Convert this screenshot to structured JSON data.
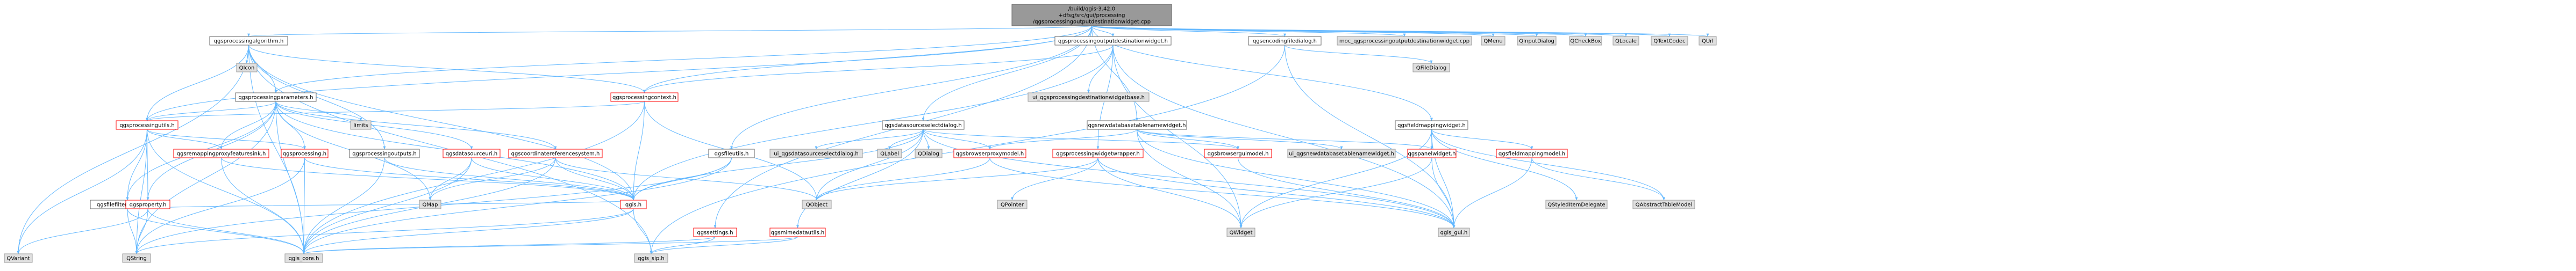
{
  "nodes": [
    {
      "id": "root",
      "lines": [
        "/build/qgis-3.42.0",
        "+dfsg/src/gui/processing",
        "/qgsprocessingoutputdestinationwidget.cpp"
      ],
      "kind": "root"
    },
    {
      "id": "alg",
      "lines": [
        "qgsprocessingalgorithm.h"
      ],
      "kind": "doc"
    },
    {
      "id": "icon",
      "lines": [
        "QIcon"
      ],
      "kind": "ext"
    },
    {
      "id": "params",
      "lines": [
        "qgsprocessingparameters.h"
      ],
      "kind": "doc"
    },
    {
      "id": "ctx",
      "lines": [
        "qgsprocessingcontext.h"
      ],
      "kind": "warn"
    },
    {
      "id": "outdestw",
      "lines": [
        "qgsprocessingoutputdestinationwidget.h"
      ],
      "kind": "doc"
    },
    {
      "id": "uidest",
      "lines": [
        "ui_qgsprocessingdestinationwidgetbase.h"
      ],
      "kind": "ext"
    },
    {
      "id": "dssel",
      "lines": [
        "qgsdatasourceselectdialog.h"
      ],
      "kind": "doc"
    },
    {
      "id": "encdlg",
      "lines": [
        "qgsencodingfiledialog.h"
      ],
      "kind": "doc"
    },
    {
      "id": "qfiledlg",
      "lines": [
        "QFileDialog"
      ],
      "kind": "ext"
    },
    {
      "id": "newdbtab",
      "lines": [
        "qgsnewdatabasetablenamewidget.h"
      ],
      "kind": "doc"
    },
    {
      "id": "fieldmapw",
      "lines": [
        "qgsfieldmappingwidget.h"
      ],
      "kind": "doc"
    },
    {
      "id": "utils",
      "lines": [
        "qgsprocessingutils.h"
      ],
      "kind": "warn"
    },
    {
      "id": "limits",
      "lines": [
        "limits"
      ],
      "kind": "ext"
    },
    {
      "id": "procout",
      "lines": [
        "qgsprocessingoutputs.h"
      ],
      "kind": "doc"
    },
    {
      "id": "remapsink",
      "lines": [
        "qgsremappingproxyfeaturesink.h"
      ],
      "kind": "warn"
    },
    {
      "id": "proc",
      "lines": [
        "qgsprocessing.h"
      ],
      "kind": "warn"
    },
    {
      "id": "dsuri",
      "lines": [
        "qgsdatasourceuri.h"
      ],
      "kind": "warn"
    },
    {
      "id": "crs",
      "lines": [
        "qgscoordinatereferencesystem.h"
      ],
      "kind": "warn"
    },
    {
      "id": "filefilter",
      "lines": [
        "qgsfilefiltergenerator.h"
      ],
      "kind": "doc"
    },
    {
      "id": "property",
      "lines": [
        "qgsproperty.h"
      ],
      "kind": "warn"
    },
    {
      "id": "qvariant",
      "lines": [
        "QVariant"
      ],
      "kind": "ext"
    },
    {
      "id": "qstring",
      "lines": [
        "QString"
      ],
      "kind": "ext"
    },
    {
      "id": "qmap",
      "lines": [
        "QMap"
      ],
      "kind": "ext"
    },
    {
      "id": "qgsh",
      "lines": [
        "qgis.h"
      ],
      "kind": "warn"
    },
    {
      "id": "core",
      "lines": [
        "qgis_core.h"
      ],
      "kind": "ext"
    },
    {
      "id": "sip",
      "lines": [
        "qgis_sip.h"
      ],
      "kind": "ext"
    },
    {
      "id": "qobject",
      "lines": [
        "QObject"
      ],
      "kind": "ext"
    },
    {
      "id": "settings",
      "lines": [
        "qgssettings.h"
      ],
      "kind": "warn"
    },
    {
      "id": "fileutils",
      "lines": [
        "qgsfileutils.h"
      ],
      "kind": "doc"
    },
    {
      "id": "mimeutils",
      "lines": [
        "qgsmimedatautils.h"
      ],
      "kind": "warn"
    },
    {
      "id": "uidssel",
      "lines": [
        "ui_qgsdatasourceselectdialog.h"
      ],
      "kind": "ext"
    },
    {
      "id": "qlabel",
      "lines": [
        "QLabel"
      ],
      "kind": "ext"
    },
    {
      "id": "qdialog",
      "lines": [
        "QDialog"
      ],
      "kind": "ext"
    },
    {
      "id": "browserproxy",
      "lines": [
        "qgsbrowserproxymodel.h"
      ],
      "kind": "warn"
    },
    {
      "id": "widgetwrap",
      "lines": [
        "qgsprocessingwidgetwrapper.h"
      ],
      "kind": "warn"
    },
    {
      "id": "browsergui",
      "lines": [
        "qgsbrowserguimodel.h"
      ],
      "kind": "warn"
    },
    {
      "id": "uinewdb",
      "lines": [
        "ui_qgsnewdatabasetablenamewidget.h"
      ],
      "kind": "ext"
    },
    {
      "id": "panel",
      "lines": [
        "qgspanelwidget.h"
      ],
      "kind": "warn"
    },
    {
      "id": "qpointer",
      "lines": [
        "QPointer"
      ],
      "kind": "ext"
    },
    {
      "id": "qwidget",
      "lines": [
        "QWidget"
      ],
      "kind": "ext"
    },
    {
      "id": "gui",
      "lines": [
        "qgis_gui.h"
      ],
      "kind": "ext"
    },
    {
      "id": "fieldmapmodel",
      "lines": [
        "qgsfieldmappingmodel.h"
      ],
      "kind": "warn"
    },
    {
      "id": "styleddel",
      "lines": [
        "QStyledItemDelegate"
      ],
      "kind": "ext"
    },
    {
      "id": "abstablemodel",
      "lines": [
        "QAbstractTableModel"
      ],
      "kind": "ext"
    },
    {
      "id": "moc",
      "lines": [
        "moc_qgsprocessingoutputdestinationwidget.cpp"
      ],
      "kind": "ext"
    },
    {
      "id": "qmenu",
      "lines": [
        "QMenu"
      ],
      "kind": "ext"
    },
    {
      "id": "qinputdialog",
      "lines": [
        "QInputDialog"
      ],
      "kind": "ext"
    },
    {
      "id": "qcheckbox",
      "lines": [
        "QCheckBox"
      ],
      "kind": "ext"
    },
    {
      "id": "qlocale",
      "lines": [
        "QLocale"
      ],
      "kind": "ext"
    },
    {
      "id": "qtextcodec",
      "lines": [
        "QTextCodec"
      ],
      "kind": "ext"
    },
    {
      "id": "qurl",
      "lines": [
        "QUrl"
      ],
      "kind": "ext"
    }
  ],
  "edges": [
    [
      "root",
      "alg"
    ],
    [
      "root",
      "params"
    ],
    [
      "root",
      "ctx"
    ],
    [
      "root",
      "outdestw"
    ],
    [
      "root",
      "dssel"
    ],
    [
      "root",
      "encdlg"
    ],
    [
      "root",
      "newdbtab"
    ],
    [
      "root",
      "fieldmapw"
    ],
    [
      "root",
      "utils"
    ],
    [
      "root",
      "fileutils"
    ],
    [
      "root",
      "settings"
    ],
    [
      "root",
      "moc"
    ],
    [
      "root",
      "qmenu"
    ],
    [
      "root",
      "qinputdialog"
    ],
    [
      "root",
      "qcheckbox"
    ],
    [
      "root",
      "qlocale"
    ],
    [
      "root",
      "qtextcodec"
    ],
    [
      "root",
      "qurl"
    ],
    [
      "alg",
      "icon"
    ],
    [
      "alg",
      "params"
    ],
    [
      "alg",
      "ctx"
    ],
    [
      "alg",
      "utils"
    ],
    [
      "alg",
      "procout"
    ],
    [
      "alg",
      "core"
    ],
    [
      "alg",
      "sip"
    ],
    [
      "alg",
      "qgsh"
    ],
    [
      "alg",
      "qvariant"
    ],
    [
      "params",
      "limits"
    ],
    [
      "params",
      "utils"
    ],
    [
      "params",
      "proc"
    ],
    [
      "params",
      "dsuri"
    ],
    [
      "params",
      "crs"
    ],
    [
      "params",
      "remapsink"
    ],
    [
      "params",
      "filefilter"
    ],
    [
      "params",
      "property"
    ],
    [
      "params",
      "qgsh"
    ],
    [
      "params",
      "core"
    ],
    [
      "params",
      "qmap"
    ],
    [
      "params",
      "qstring"
    ],
    [
      "ctx",
      "utils"
    ],
    [
      "ctx",
      "qgsh"
    ],
    [
      "ctx",
      "core"
    ],
    [
      "ctx",
      "qobject"
    ],
    [
      "outdestw",
      "uidest"
    ],
    [
      "outdestw",
      "ctx"
    ],
    [
      "outdestw",
      "widgetwrap"
    ],
    [
      "outdestw",
      "qwidget"
    ],
    [
      "outdestw",
      "gui"
    ],
    [
      "outdestw",
      "qgsh"
    ],
    [
      "dssel",
      "uidssel"
    ],
    [
      "dssel",
      "qlabel"
    ],
    [
      "dssel",
      "qdialog"
    ],
    [
      "dssel",
      "browserproxy"
    ],
    [
      "dssel",
      "browsergui"
    ],
    [
      "dssel",
      "mimeutils"
    ],
    [
      "dssel",
      "gui"
    ],
    [
      "dssel",
      "qgsh"
    ],
    [
      "dssel",
      "qobject"
    ],
    [
      "encdlg",
      "qfiledlg"
    ],
    [
      "encdlg",
      "gui"
    ],
    [
      "encdlg",
      "sip"
    ],
    [
      "newdbtab",
      "uinewdb"
    ],
    [
      "newdbtab",
      "browsergui"
    ],
    [
      "newdbtab",
      "panel"
    ],
    [
      "newdbtab",
      "gui"
    ],
    [
      "newdbtab",
      "qwidget"
    ],
    [
      "newdbtab",
      "browserproxy"
    ],
    [
      "fieldmapw",
      "panel"
    ],
    [
      "fieldmapw",
      "fieldmapmodel"
    ],
    [
      "fieldmapw",
      "gui"
    ],
    [
      "fieldmapw",
      "qwidget"
    ],
    [
      "fieldmapw",
      "styleddel"
    ],
    [
      "fieldmapw",
      "abstablemodel"
    ],
    [
      "utils",
      "remapsink"
    ],
    [
      "utils",
      "proc"
    ],
    [
      "utils",
      "filefilter"
    ],
    [
      "utils",
      "property"
    ],
    [
      "utils",
      "core"
    ],
    [
      "utils",
      "qstring"
    ],
    [
      "utils",
      "qvariant"
    ],
    [
      "procout",
      "core"
    ],
    [
      "procout",
      "qgsh"
    ],
    [
      "remapsink",
      "core"
    ],
    [
      "remapsink",
      "qgsh"
    ],
    [
      "proc",
      "core"
    ],
    [
      "proc",
      "qstring"
    ],
    [
      "proc",
      "qgsh"
    ],
    [
      "dsuri",
      "qmap"
    ],
    [
      "dsuri",
      "core"
    ],
    [
      "dsuri",
      "qgsh"
    ],
    [
      "crs",
      "qgsh"
    ],
    [
      "crs",
      "core"
    ],
    [
      "crs",
      "qmap"
    ],
    [
      "crs",
      "qobject"
    ],
    [
      "filefilter",
      "core"
    ],
    [
      "filefilter",
      "qstring"
    ],
    [
      "property",
      "qgsh"
    ],
    [
      "property",
      "core"
    ],
    [
      "property",
      "qvariant"
    ],
    [
      "property",
      "qstring"
    ],
    [
      "qgsh",
      "core"
    ],
    [
      "qgsh",
      "sip"
    ],
    [
      "qgsh",
      "qstring"
    ],
    [
      "settings",
      "core"
    ],
    [
      "settings",
      "sip"
    ],
    [
      "fileutils",
      "core"
    ],
    [
      "fileutils",
      "qgsh"
    ],
    [
      "fileutils",
      "qstring"
    ],
    [
      "mimeutils",
      "core"
    ],
    [
      "mimeutils",
      "sip"
    ],
    [
      "browserproxy",
      "gui"
    ],
    [
      "browserproxy",
      "qobject"
    ],
    [
      "widgetwrap",
      "gui"
    ],
    [
      "widgetwrap",
      "qpointer"
    ],
    [
      "widgetwrap",
      "qwidget"
    ],
    [
      "widgetwrap",
      "qobject"
    ],
    [
      "browsergui",
      "gui"
    ],
    [
      "panel",
      "gui"
    ],
    [
      "panel",
      "qwidget"
    ],
    [
      "fieldmapmodel",
      "gui"
    ],
    [
      "fieldmapmodel",
      "abstablemodel"
    ]
  ],
  "colors": {
    "root": "#999999",
    "doc": "#ffffff",
    "warn": "#ffffff",
    "ext": "#e0e0e0",
    "docBorder": "#666666",
    "warnBorder": "#ff0000",
    "extBorder": "#999999",
    "edge": "#63b8ff"
  }
}
